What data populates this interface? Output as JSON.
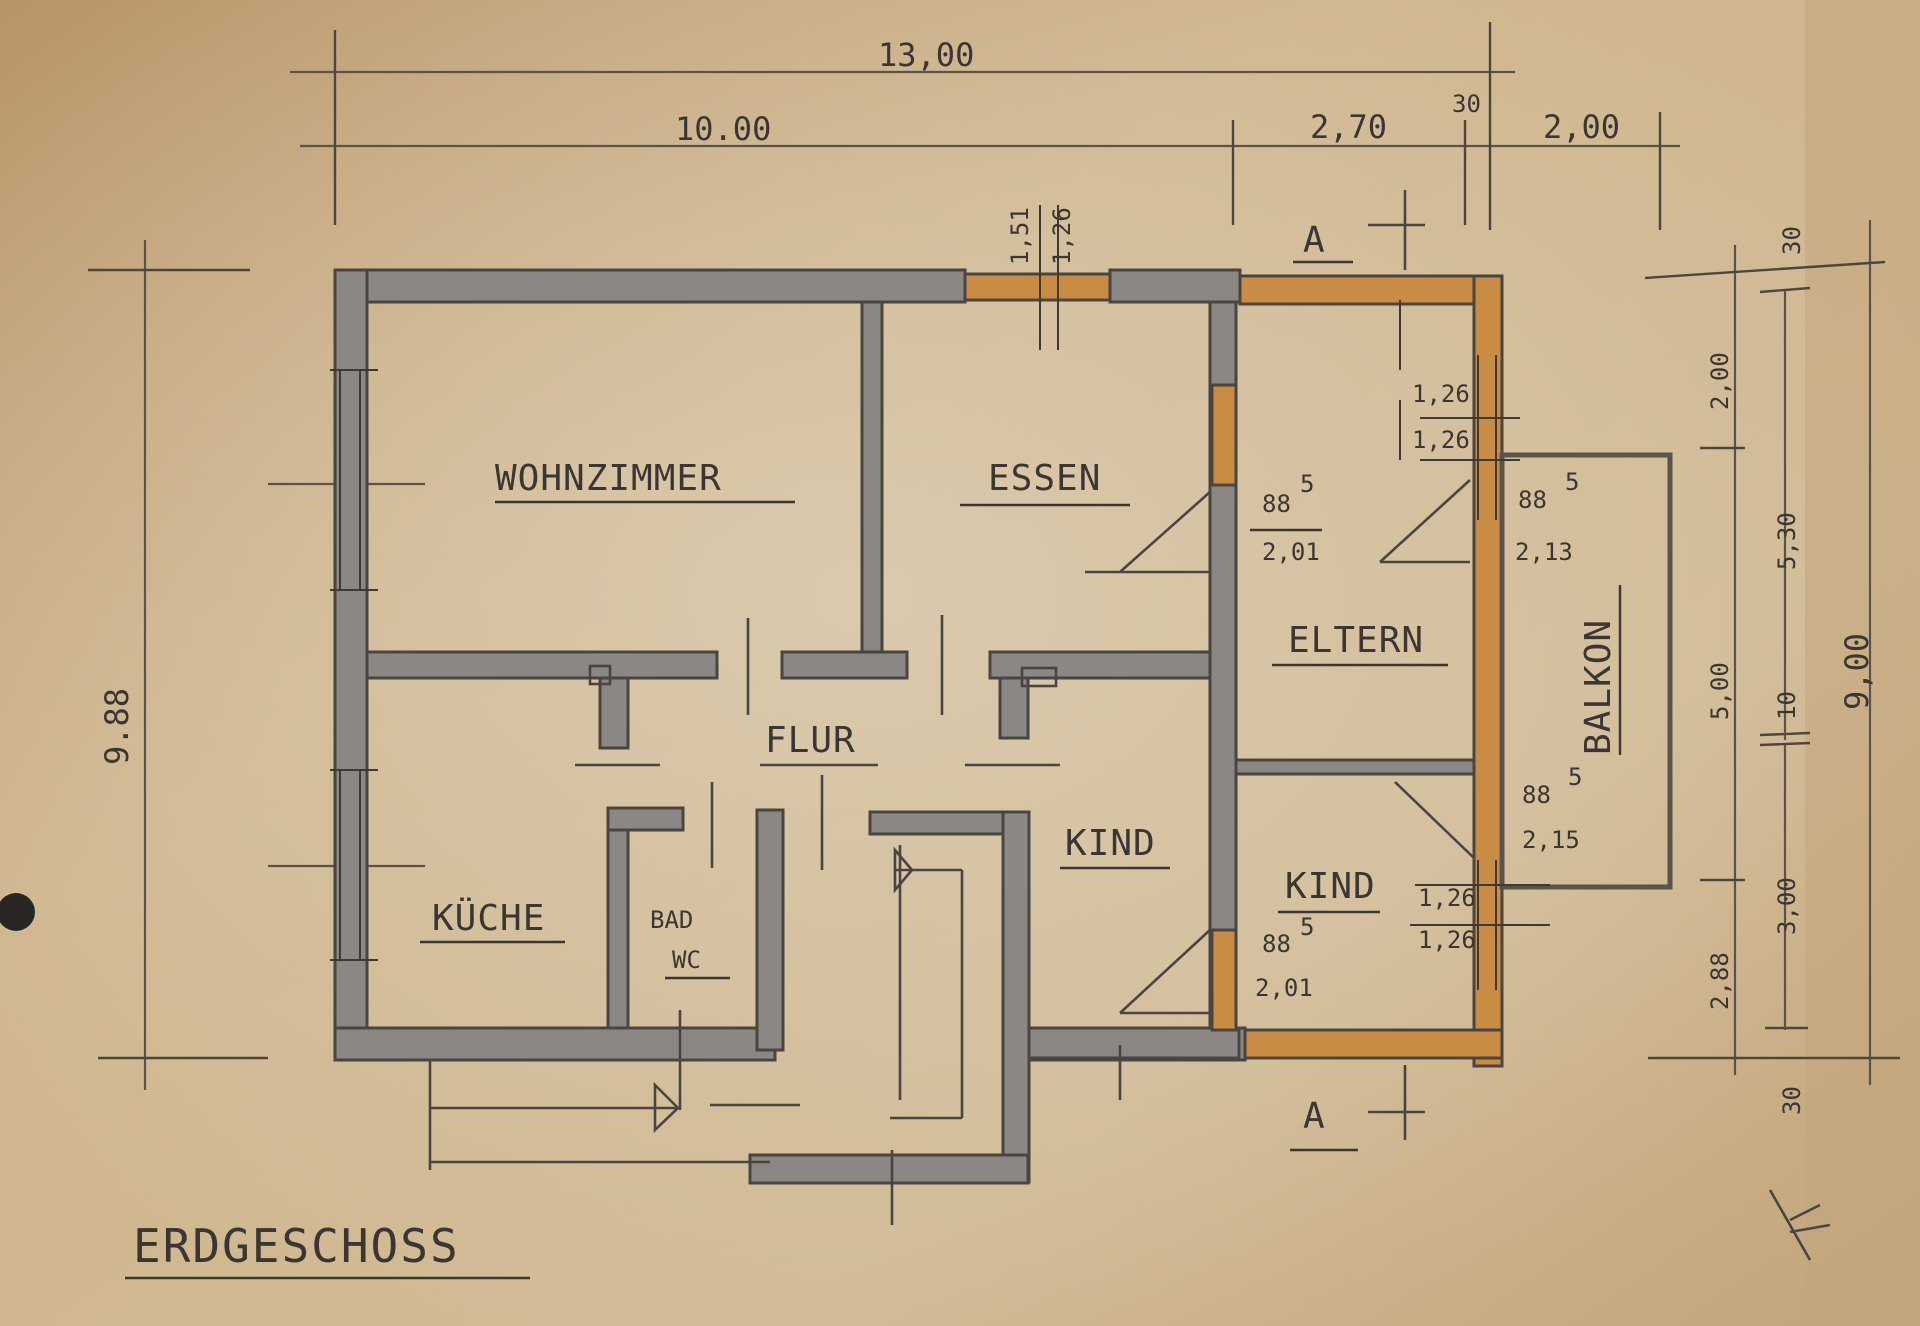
{
  "plan": {
    "title": "ERDGESCHOSS",
    "section_mark": "A",
    "rooms": {
      "wohnzimmer": "WOHNZIMMER",
      "essen": "ESSEN",
      "eltern": "ELTERN",
      "flur": "FLUR",
      "kueche": "KÜCHE",
      "bad": "BAD",
      "wc": "WC",
      "kind1": "KIND",
      "kind2": "KIND",
      "balkon": "BALKON"
    },
    "dimensions": {
      "total_width": "13,00",
      "left_width": "10.00",
      "mid_width": "2,70",
      "gap": "30",
      "right_width": "2,00",
      "left_height": "9.88",
      "top_window_a": "1,51",
      "top_window_b": "1,26",
      "right_a": "2,00",
      "right_b": "5,30",
      "right_c": "5,00",
      "right_d": "10",
      "right_e": "3,00",
      "right_f": "2,88",
      "right_total": "9,00",
      "right_top": "30",
      "right_bottom": "30"
    },
    "openings": {
      "essen_door_w": "88",
      "essen_door_h": "2,01",
      "eltern_door_w": "88",
      "eltern_door_h": "2,13",
      "kind_door_w": "88",
      "kind_door_h": "2,15",
      "kind2_door_w": "88",
      "kind2_door_h": "2,01",
      "eltern_win_a": "1,26",
      "eltern_win_b": "1,26",
      "kind_win_a": "1,26",
      "kind_win_b": "1,26",
      "superscript": "5"
    }
  }
}
